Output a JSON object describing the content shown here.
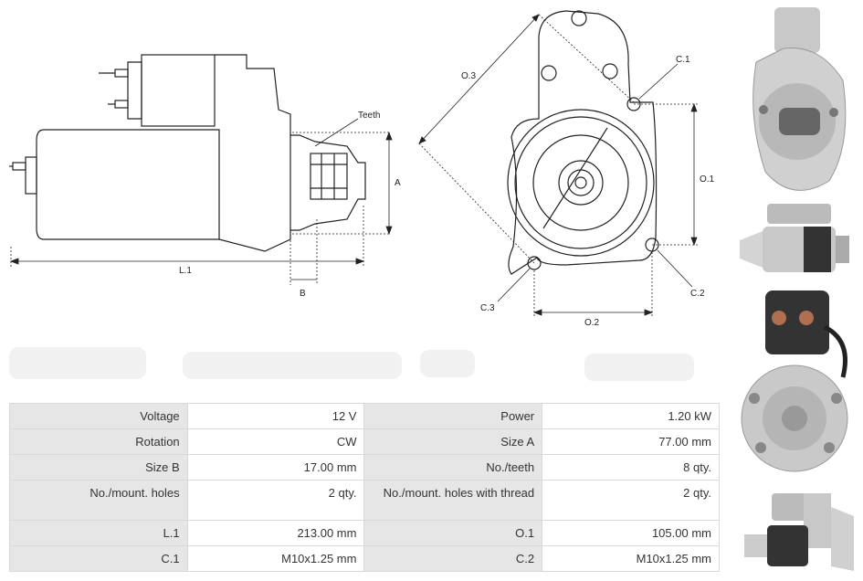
{
  "diagram": {
    "labels": {
      "teeth": "Teeth",
      "a": "A",
      "b": "B",
      "l1": "L.1",
      "o3": "O.3",
      "c1": "C.1",
      "o1": "O.1",
      "c2": "C.2",
      "c3": "C.3",
      "o2": "O.2"
    }
  },
  "specs": {
    "rows": [
      {
        "k1": "Voltage",
        "v1": "12 V",
        "k2": "Power",
        "v2": "1.20 kW"
      },
      {
        "k1": "Rotation",
        "v1": "CW",
        "k2": "Size A",
        "v2": "77.00 mm"
      },
      {
        "k1": "Size B",
        "v1": "17.00 mm",
        "k2": "No./teeth",
        "v2": "8 qty."
      },
      {
        "k1": "No./mount. holes",
        "v1": "2 qty.",
        "k2": "No./mount. holes with thread",
        "v2": "2 qty."
      },
      {
        "k1": "L.1",
        "v1": "213.00 mm",
        "k2": "O.1",
        "v2": "105.00 mm"
      },
      {
        "k1": "C.1",
        "v1": "M10x1.25 mm",
        "k2": "C.2",
        "v2": "M10x1.25 mm"
      }
    ]
  }
}
